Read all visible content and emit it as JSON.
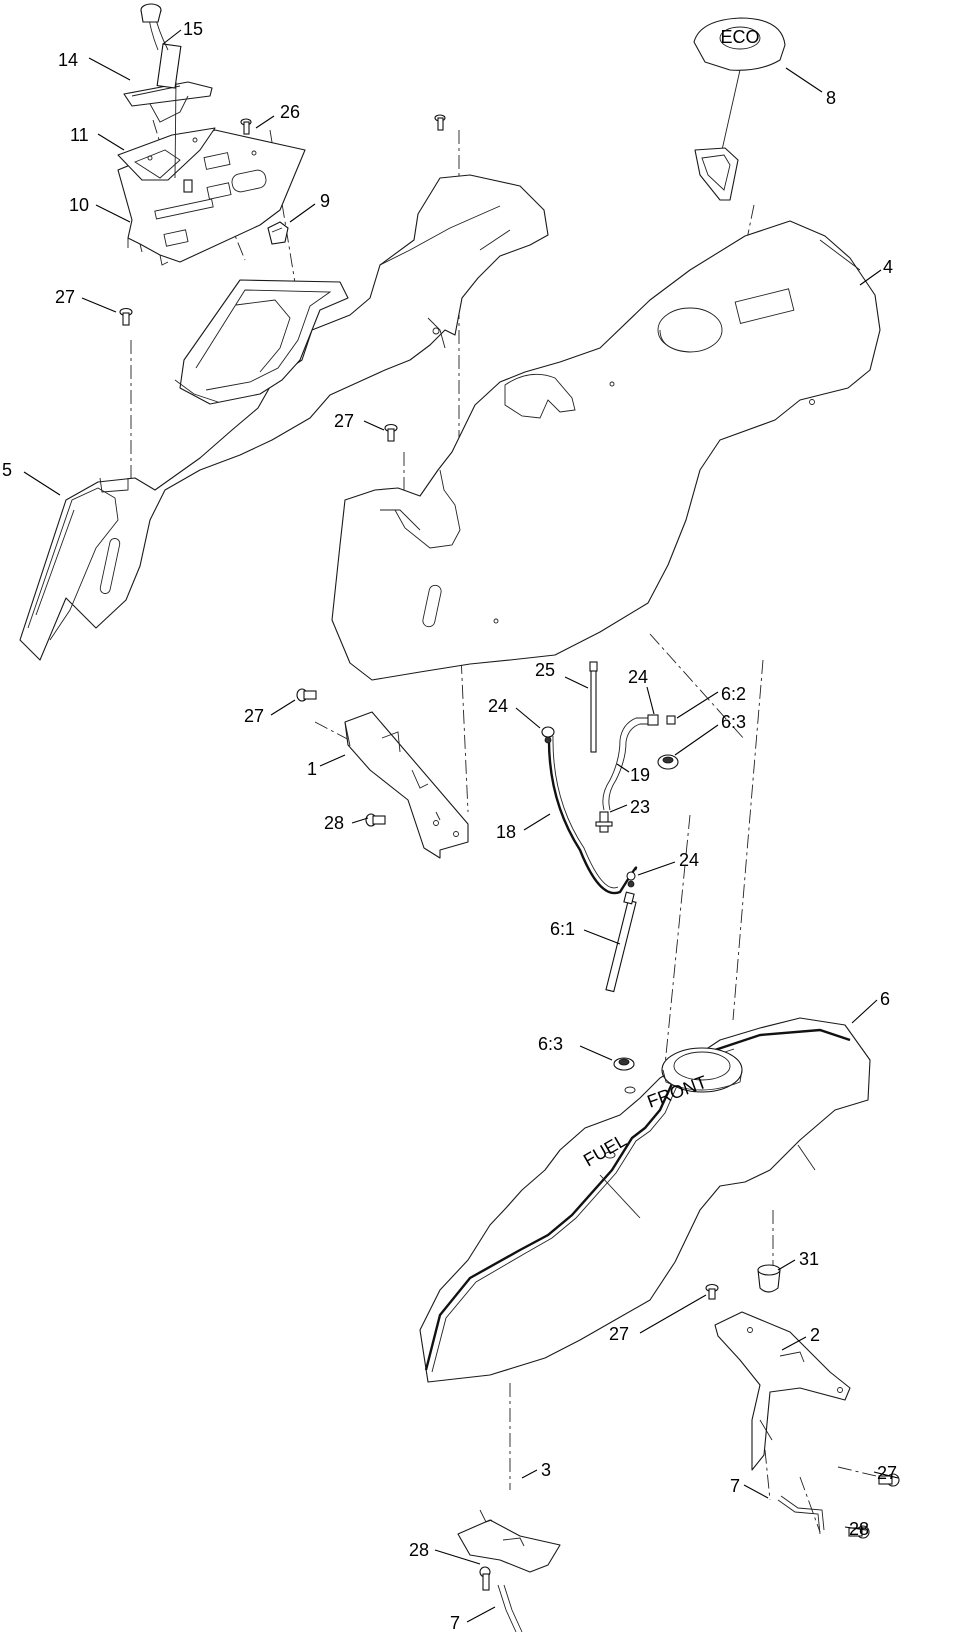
{
  "callouts": {
    "c15": "15",
    "c14": "14",
    "c11": "11",
    "c26": "26",
    "c10": "10",
    "c9": "9",
    "c27a": "27",
    "c5": "5",
    "c8": "8",
    "c4": "4",
    "c27b": "27",
    "c25": "25",
    "c24a": "24",
    "c62": "6:2",
    "c24b": "24",
    "c63a": "6:3",
    "c27c": "27",
    "c1": "1",
    "c19": "19",
    "c23": "23",
    "c28a": "28",
    "c18": "18",
    "c24c": "24",
    "c61": "6:1",
    "c6": "6",
    "c63b": "6:3",
    "c31": "31",
    "c2": "2",
    "c27d": "27",
    "c27e": "27",
    "c28b": "28",
    "c3": "3",
    "c7a": "7",
    "c28c": "28",
    "c7b": "7"
  },
  "decals": {
    "cap_brand": "ECO",
    "tank_label_front": "FRONT",
    "tank_label_fuel": "FUEL"
  }
}
